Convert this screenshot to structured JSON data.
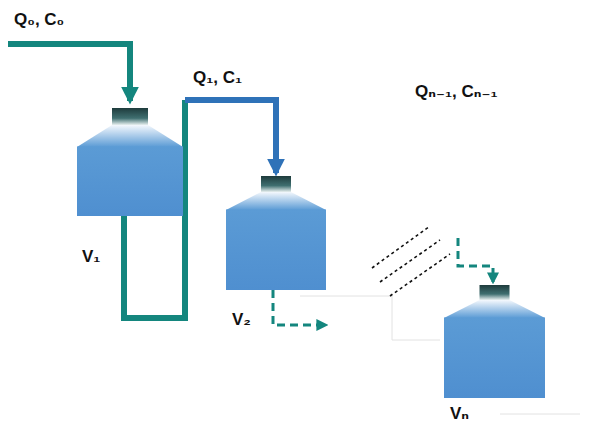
{
  "diagram": {
    "nodes": [
      {
        "text": [
          "V₁"
        ]
      },
      {
        "text": [
          "V₂"
        ]
      },
      {
        "text": [
          "Vₙ"
        ]
      }
    ],
    "edges": [
      {
        "from": 0,
        "to": 1,
        "arrow": "to",
        "label": "Q₁, C₁"
      },
      {
        "from": 1,
        "to": 2,
        "arrow": "to",
        "label": "Qₙ₋₁, Cₙ₋₁"
      }
    ],
    "labels": [
      "Q₀, C₀"
    ]
  }
}
